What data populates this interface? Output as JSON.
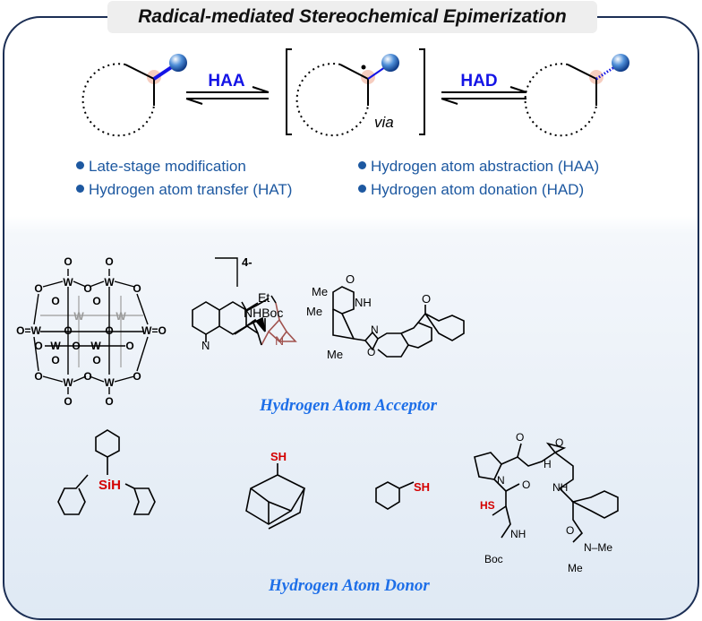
{
  "title": "Radical-mediated Stereochemical Epimerization",
  "scheme": {
    "arrow1_label": "HAA",
    "arrow2_label": "HAD",
    "via": "via"
  },
  "bullets": [
    "Late-stage modification",
    "Hydrogen atom transfer (HAT)",
    "Hydrogen atom abstraction (HAA)",
    "Hydrogen atom donation (HAD)"
  ],
  "acceptor": {
    "label": "Hydrogen Atom Acceptor",
    "charge": "4-",
    "W": "W",
    "O": "O",
    "O_eq_W": "O=W",
    "W_eq_O": "W=O",
    "et": "Et",
    "nhboc": "NHBoc",
    "n": "N",
    "me": "Me",
    "nh": "NH"
  },
  "donor": {
    "label": "Hydrogen Atom Donor",
    "sih": "SiH",
    "sh": "SH",
    "hs": "HS",
    "n": "N",
    "o": "O",
    "nh": "NH",
    "hn": "H",
    "boc": "Boc",
    "nme": "N–Me",
    "me": "Me"
  },
  "colors": {
    "frame": "#1c2f55",
    "bullet": "#1d58a0",
    "section": "#1e6fe8",
    "arrow_label": "#1414e6",
    "highlight": "#f6cdbf",
    "thiol": "#d40000"
  }
}
